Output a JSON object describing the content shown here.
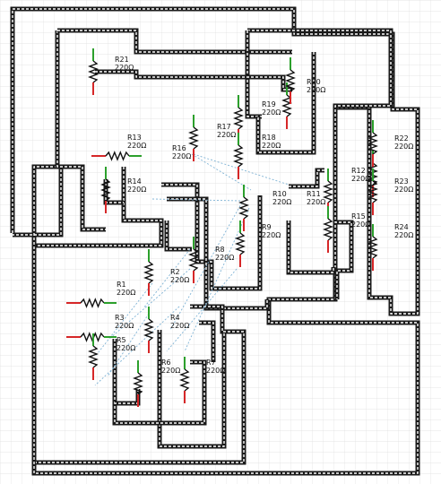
{
  "colors": {
    "background": "#ffffff",
    "grid": "#dedede",
    "trace_outer": "#1a1a1a",
    "trace_inner": "#ffffff",
    "resistor_body": "#111111",
    "pin_negative": "#d62728",
    "pin_positive": "#2ca02c",
    "ratsnest": "#7fb3d5"
  },
  "components": [
    {
      "ref": "R1",
      "value": "220Ω"
    },
    {
      "ref": "R2",
      "value": "220Ω"
    },
    {
      "ref": "R3",
      "value": "220Ω"
    },
    {
      "ref": "R4",
      "value": "220Ω"
    },
    {
      "ref": "R5",
      "value": "220Ω"
    },
    {
      "ref": "R6",
      "value": "220Ω"
    },
    {
      "ref": "R7",
      "value": "220Ω"
    },
    {
      "ref": "R8",
      "value": "220Ω"
    },
    {
      "ref": "R9",
      "value": "220Ω"
    },
    {
      "ref": "R10",
      "value": "220Ω"
    },
    {
      "ref": "R11",
      "value": "220Ω"
    },
    {
      "ref": "R12",
      "value": "220Ω"
    },
    {
      "ref": "R13",
      "value": "220Ω"
    },
    {
      "ref": "R14",
      "value": "220Ω"
    },
    {
      "ref": "R15",
      "value": "220Ω"
    },
    {
      "ref": "R16",
      "value": "220Ω"
    },
    {
      "ref": "R17",
      "value": "220Ω"
    },
    {
      "ref": "R18",
      "value": "220Ω"
    },
    {
      "ref": "R19",
      "value": "220Ω"
    },
    {
      "ref": "R20",
      "value": "220Ω"
    },
    {
      "ref": "R21",
      "value": "220Ω"
    },
    {
      "ref": "R22",
      "value": "220Ω"
    },
    {
      "ref": "R23",
      "value": "220Ω"
    },
    {
      "ref": "R24",
      "value": "220Ω"
    }
  ]
}
